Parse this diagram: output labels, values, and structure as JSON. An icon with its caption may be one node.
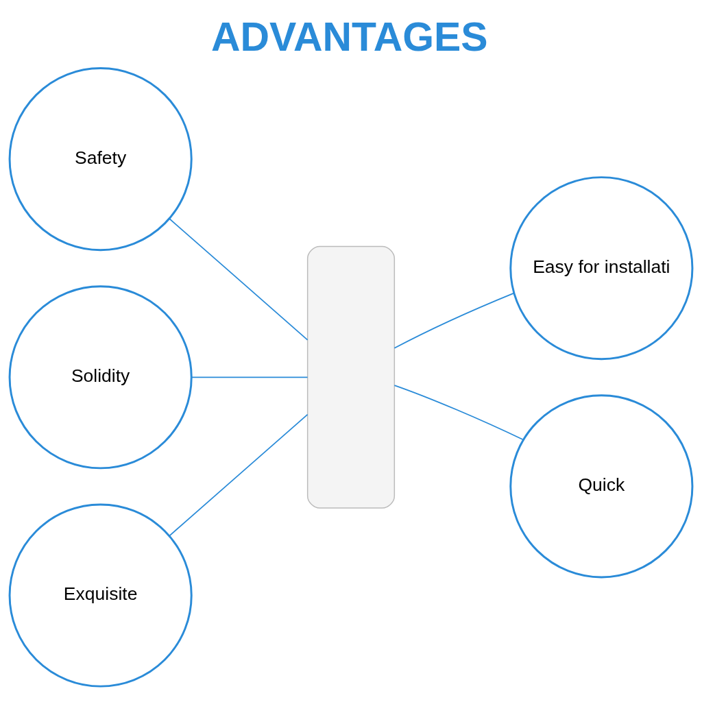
{
  "diagram": {
    "title": "ADVANTAGES",
    "nodes": [
      {
        "text": [
          "Safety"
        ]
      },
      {
        "text": [
          "Solidity"
        ]
      },
      {
        "text": [
          "Exquisite"
        ]
      },
      {
        "text": [
          "Easy for installati"
        ]
      },
      {
        "text": [
          "Quick"
        ]
      },
      {
        "text": [],
        "shape": "box"
      }
    ],
    "edges": [
      {
        "from": 0,
        "to": 5,
        "arrow": "none"
      },
      {
        "from": 1,
        "to": 5,
        "arrow": "none"
      },
      {
        "from": 2,
        "to": 5,
        "arrow": "none"
      },
      {
        "from": 3,
        "to": 5,
        "arrow": "none"
      },
      {
        "from": 4,
        "to": 5,
        "arrow": "none"
      }
    ]
  }
}
